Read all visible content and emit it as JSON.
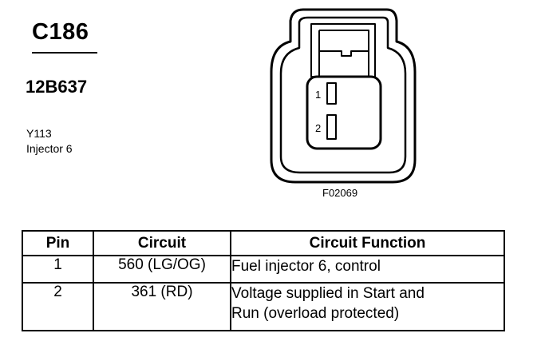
{
  "connector": {
    "id": "C186",
    "part_number": "12B637",
    "component_code": "Y113",
    "component_name": "Injector 6",
    "figure_id": "F02069",
    "pin_labels": [
      "1",
      "2"
    ]
  },
  "table": {
    "headers": [
      "Pin",
      "Circuit",
      "Circuit Function"
    ],
    "rows": [
      {
        "pin": "1",
        "circuit": "560 (LG/OG)",
        "function": "Fuel injector 6, control"
      },
      {
        "pin": "2",
        "circuit": "361 (RD)",
        "function_lines": [
          "Voltage supplied in Start and",
          "Run (overload protected)"
        ]
      }
    ]
  }
}
